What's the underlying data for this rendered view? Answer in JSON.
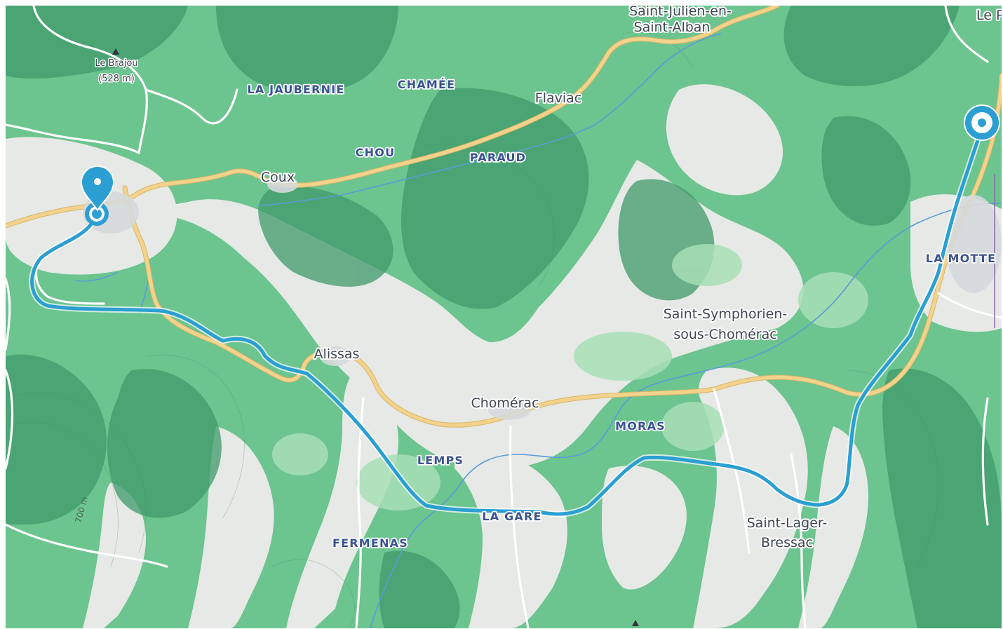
{
  "map": {
    "colors": {
      "forest": "#6cc48f",
      "forest_dark": "#3f9a6a",
      "open": "#e9ece9",
      "main_road": "#f3d38c",
      "route": "#2b9fd2",
      "river": "#5b9bd8"
    },
    "route": {
      "start_icon": "location-pin-icon",
      "end_icon": "target-marker-icon"
    },
    "towns": [
      "Saint-Julien-en-",
      "Saint-Alban",
      "Flaviac",
      "Coux",
      "Alissas",
      "Chomérac",
      "Saint-Symphorien-",
      "sous-Chomérac",
      "Saint-Lager-",
      "Bressac",
      "Le P"
    ],
    "hamlets": [
      "LA JAUBERNIE",
      "CHAMÉE",
      "CHOU",
      "PARAUD",
      "LA MOTTE",
      "MORAS",
      "LEMPS",
      "LA GARE",
      "FERMENAS"
    ],
    "peaks": [
      "Le Brajou",
      "(528 m)"
    ],
    "contour_label": "700 m"
  }
}
